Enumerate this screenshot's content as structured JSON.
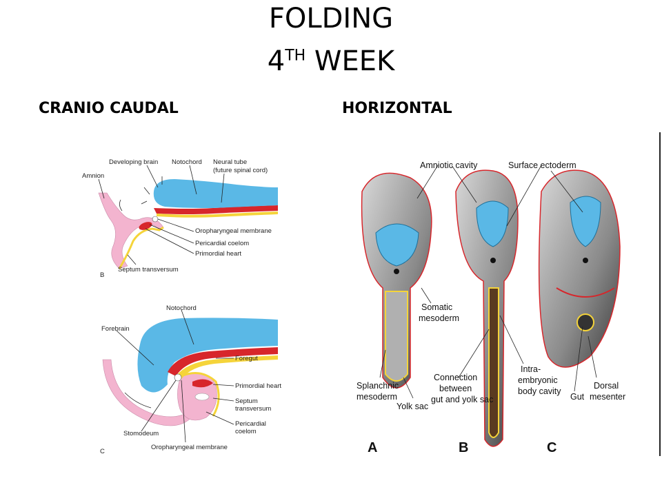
{
  "title": {
    "line1": "FOLDING",
    "line2_main": "4",
    "line2_sup": "TH",
    "line2_rest": " WEEK"
  },
  "headings": {
    "left": "CRANIO CAUDAL",
    "right": "HORIZONTAL"
  },
  "panel_b": {
    "letter": "B",
    "labels": {
      "amnion": "Amnion",
      "developing_brain": "Developing brain",
      "notochord": "Notochord",
      "neural_tube_1": "Neural tube",
      "neural_tube_2": "(future spinal cord)",
      "oropharyngeal": "Oropharyngeal membrane",
      "pericardial": "Pericardial coelom",
      "primordial_heart": "Primordial heart",
      "septum": "Septum transversum"
    }
  },
  "panel_c": {
    "letter": "C",
    "labels": {
      "notochord": "Notochord",
      "forebrain": "Forebrain",
      "foregut": "Foregut",
      "primordial_heart": "Primordial heart",
      "septum_1": "Septum",
      "septum_2": "transversum",
      "pericardial_1": "Pericardial",
      "pericardial_2": "coelom",
      "stomodeum": "Stomodeum",
      "oropharyngeal": "Oropharyngeal membrane"
    }
  },
  "panel_h": {
    "letters": [
      "A",
      "B",
      "C"
    ],
    "labels": {
      "amniotic_cavity": "Amniotic cavity",
      "surface_ectoderm": "Surface ectoderm",
      "somatic_1": "Somatic",
      "somatic_2": "mesoderm",
      "splanchnic_1": "Splanchnic",
      "splanchnic_2": "mesoderm",
      "yolk_sac": "Yolk sac",
      "connection_1": "Connection",
      "connection_2": "between",
      "connection_3": "gut and yolk sac",
      "intra_1": "Intra-",
      "intra_2": "embryonic",
      "intra_3": "body cavity",
      "gut": "Gut",
      "dorsal_1": "Dorsal",
      "dorsal_2": "mesentery"
    }
  },
  "colors": {
    "neural": "#5ab8e6",
    "red": "#d7262b",
    "pink": "#f3b4cf",
    "yellow": "#f5d43a",
    "grey": "#9a9a9a"
  }
}
